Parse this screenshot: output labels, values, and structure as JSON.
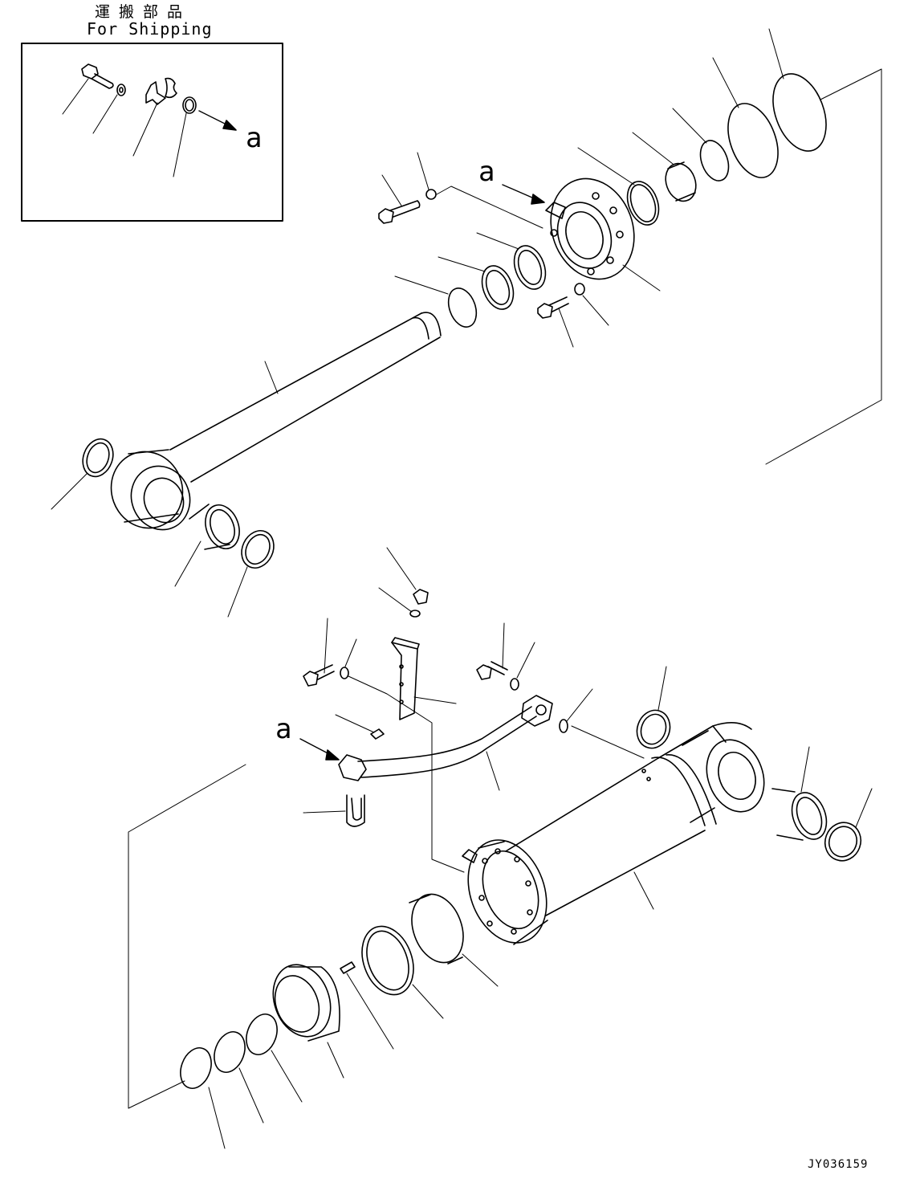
{
  "inset": {
    "title_jp": "運搬部品",
    "title_en": "For Shipping"
  },
  "callouts": {
    "inset": "a",
    "head": "a",
    "tube": "a"
  },
  "drawing_number": "JY036159"
}
